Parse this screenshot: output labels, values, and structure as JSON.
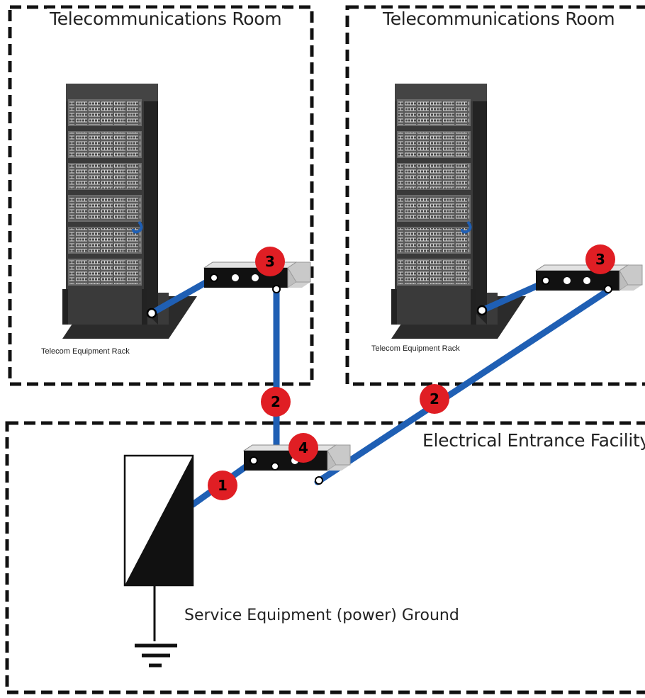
{
  "rooms": [
    {
      "title": "Telecommunications Room",
      "rack_label": "Telecom  Equipment Rack"
    },
    {
      "title": "Telecommunications Room",
      "rack_label": "Telecom  Equipment Rack"
    }
  ],
  "facility": {
    "title": "Electrical Entrance Facility"
  },
  "ground": {
    "label": "Service Equipment (power) Ground"
  },
  "badges": {
    "b1": "1",
    "b2_left": "2",
    "b2_right": "2",
    "b3_left": "3",
    "b3_right": "3",
    "b4": "4"
  },
  "colors": {
    "conductor": "#1f5fb4",
    "badge": "#e01e24",
    "rack": "#3a3a3a",
    "boundary": "#111111"
  }
}
